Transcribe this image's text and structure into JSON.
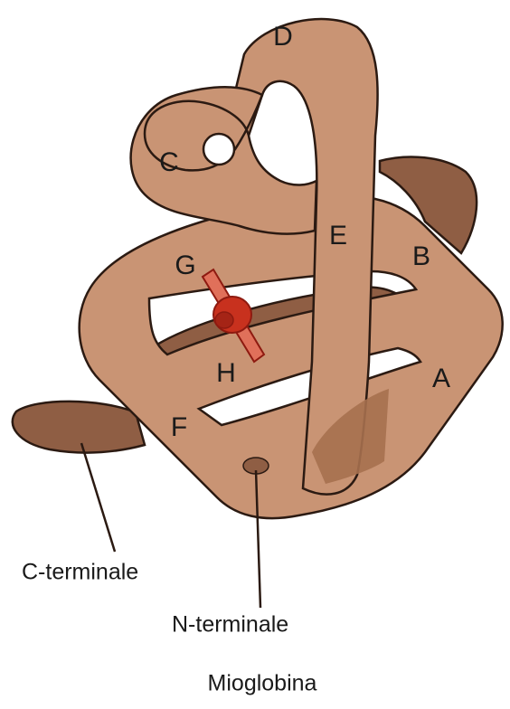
{
  "diagram": {
    "caption": "Mioglobina",
    "helix_labels": {
      "A": "A",
      "B": "B",
      "C": "C",
      "D": "D",
      "E": "E",
      "F": "F",
      "G": "G",
      "H": "H"
    },
    "termini": {
      "c_terminal": "C-terminale",
      "n_terminal": "N-terminale"
    },
    "colors": {
      "chain_light": "#c99474",
      "chain_dark": "#8f5e44",
      "outline": "#2b1a12",
      "heme": "#c8311e",
      "heme_dark": "#8e1a10",
      "heme_plate": "#e0705a"
    }
  }
}
